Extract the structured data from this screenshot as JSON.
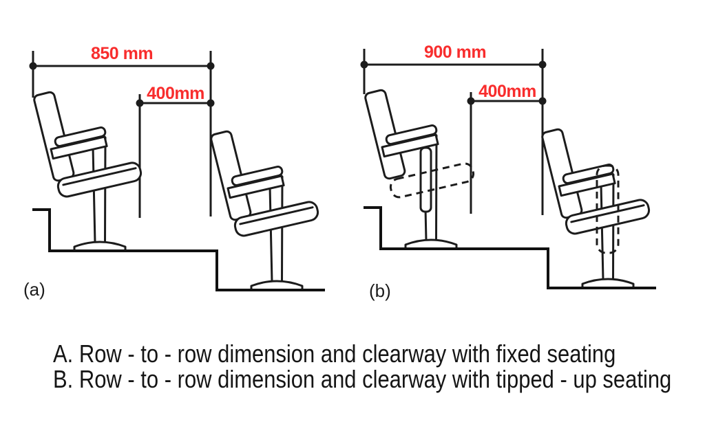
{
  "figure": {
    "type": "technical-diagram",
    "subject": "Auditorium row-to-row seating dimensions and clearways"
  },
  "diagrams": [
    {
      "id": "a",
      "label": "(a)",
      "row_dimension": "850 mm",
      "clearway_dimension": "400mm",
      "seating_type": "fixed seating",
      "seats": 2
    },
    {
      "id": "b",
      "label": "(b)",
      "row_dimension": "900 mm",
      "clearway_dimension": "400mm",
      "seating_type": "tipped-up seating (dashed lines show alternate seat-pan position)",
      "seats": 2
    }
  ],
  "caption": {
    "line_a": "A. Row - to - row dimension and clearway with fixed seating",
    "line_b": "B. Row - to - row dimension and clearway with tipped - up seating"
  },
  "colors": {
    "dimension_text": "#f82d2d",
    "line": "#1c1c1c",
    "background": "#ffffff"
  }
}
